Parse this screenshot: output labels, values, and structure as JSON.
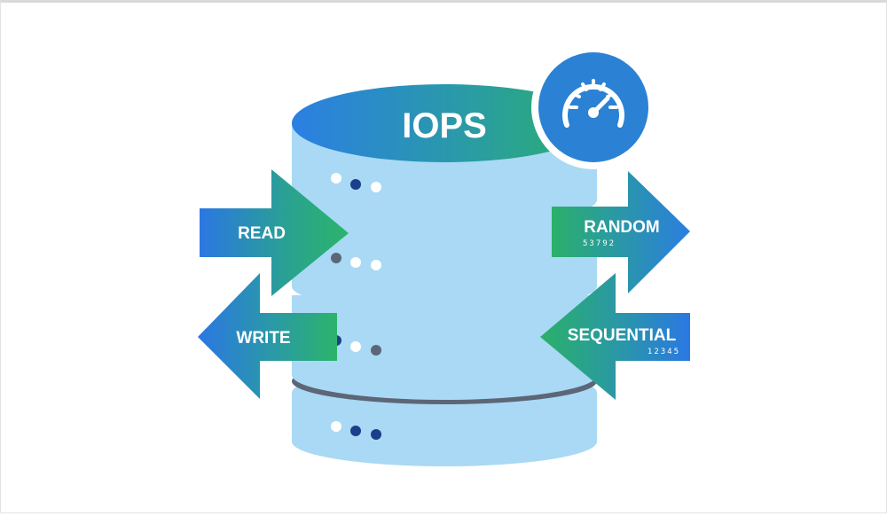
{
  "diagram": {
    "title": "IOPS",
    "left_arrows": [
      {
        "label": "READ",
        "direction": "right"
      },
      {
        "label": "WRITE",
        "direction": "left"
      }
    ],
    "right_arrows": [
      {
        "label": "RANDOM",
        "sub": "53792",
        "direction": "right"
      },
      {
        "label": "SEQUENTIAL",
        "sub": "12345",
        "direction": "left"
      }
    ],
    "icon": "speedometer-icon"
  },
  "colors": {
    "blue": "#2f7fe0",
    "green": "#2bab6e",
    "cylinder_body": "#a9d9f4",
    "cylinder_band": "#5d6677",
    "badge": "#2b82d4",
    "led_navy": "#1b3f8a"
  }
}
